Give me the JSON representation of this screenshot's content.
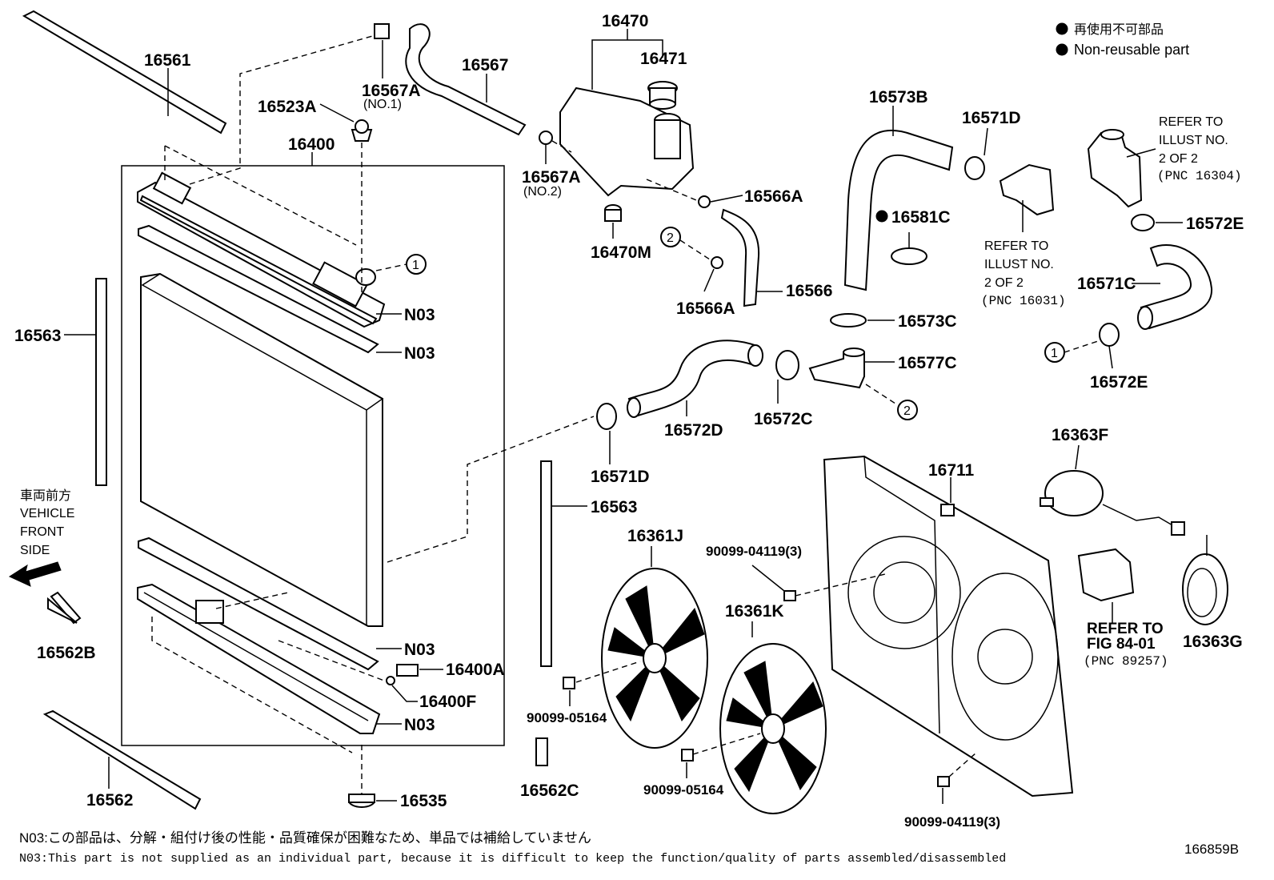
{
  "legend": {
    "line1": "再使用不可部品",
    "line2": "Non-reusable part"
  },
  "direction": {
    "line1": "車両前方",
    "line2": "VEHICLE",
    "line3": "FRONT",
    "line4": "SIDE"
  },
  "labels": {
    "p16561": "16561",
    "p16567A_1": "16567A",
    "p16567A_1_note": "(NO.1)",
    "p16523A": "16523A",
    "p16400": "16400",
    "p16563_left": "16563",
    "p16562B": "16562B",
    "p16562": "16562",
    "p16535": "16535",
    "n03_1": "N03",
    "n03_2": "N03",
    "n03_3": "N03",
    "n03_4": "N03",
    "p16400A": "16400A",
    "p16400F": "16400F",
    "p16470": "16470",
    "p16471": "16471",
    "p16567": "16567",
    "p16567A_2": "16567A",
    "p16567A_2_note": "(NO.2)",
    "p16470M": "16470M",
    "p16566A_1": "16566A",
    "p16566A_2": "16566A",
    "p16566": "16566",
    "p16573B": "16573B",
    "p16571D_1": "16571D",
    "p16581C": "16581C",
    "p16573C": "16573C",
    "p16577C": "16577C",
    "p16572C": "16572C",
    "p16572D": "16572D",
    "p16571D_2": "16571D",
    "p16563_right": "16563",
    "p16571C": "16571C",
    "p16572E_1": "16572E",
    "p16572E_2": "16572E",
    "p16363F": "16363F",
    "p16711": "16711",
    "p16361J": "16361J",
    "p16361K": "16361K",
    "p16363G": "16363G",
    "p90099_04119_a": "90099-04119(3)",
    "p90099_04119_b": "90099-04119(3)",
    "p90099_05164_a": "90099-05164",
    "p90099_05164_b": "90099-05164",
    "p16562C": "16562C",
    "circle1a": "1",
    "circle1b": "1",
    "circle2a": "2",
    "circle2b": "2"
  },
  "references": {
    "ref_16031": [
      "REFER TO",
      "ILLUST NO.",
      "2 OF 2",
      "(PNC 16031)"
    ],
    "ref_16304": [
      "REFER TO",
      "ILLUST NO.",
      "2 OF 2",
      "(PNC 16304)"
    ],
    "ref_89257": [
      "REFER TO",
      "FIG 84-01",
      "(PNC 89257)"
    ]
  },
  "notes": {
    "n03_jp": "N03:この部品は、分解・組付け後の性能・品質確保が困難なため、単品では補給していません",
    "n03_en": "N03:This part is not supplied as an individual part, because it is difficult to keep the function/quality of parts assembled/disassembled"
  },
  "figure_id": "166859B"
}
